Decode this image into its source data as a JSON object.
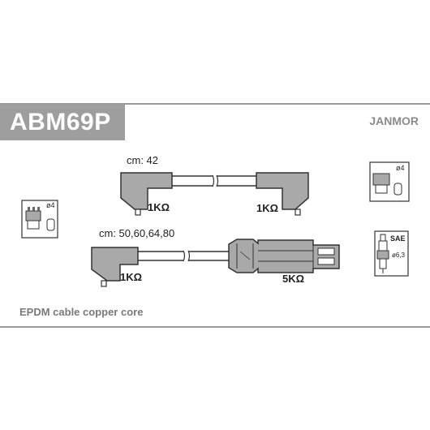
{
  "header": {
    "part_number": "ABM69P",
    "brand": "JANMOR"
  },
  "cables": [
    {
      "length_label": "cm: 42",
      "resistance_left": "1KΩ",
      "resistance_right": "1KΩ"
    },
    {
      "length_label": "cm: 50,60,64,80",
      "resistance_left": "1KΩ",
      "resistance_right": "5KΩ"
    }
  ],
  "distributor_icon": {
    "label": "ø4"
  },
  "coil_icon": {
    "label": "ø4"
  },
  "spark_plug_icon": {
    "label": "SAE",
    "sub_label": "ø6,3"
  },
  "footer": {
    "description": "EPDM cable copper core"
  },
  "colors": {
    "title_badge": "#9e9e9e",
    "lines": "#333333",
    "rule": "#9a9a9a",
    "boot_fill": "#a9a9a9"
  }
}
